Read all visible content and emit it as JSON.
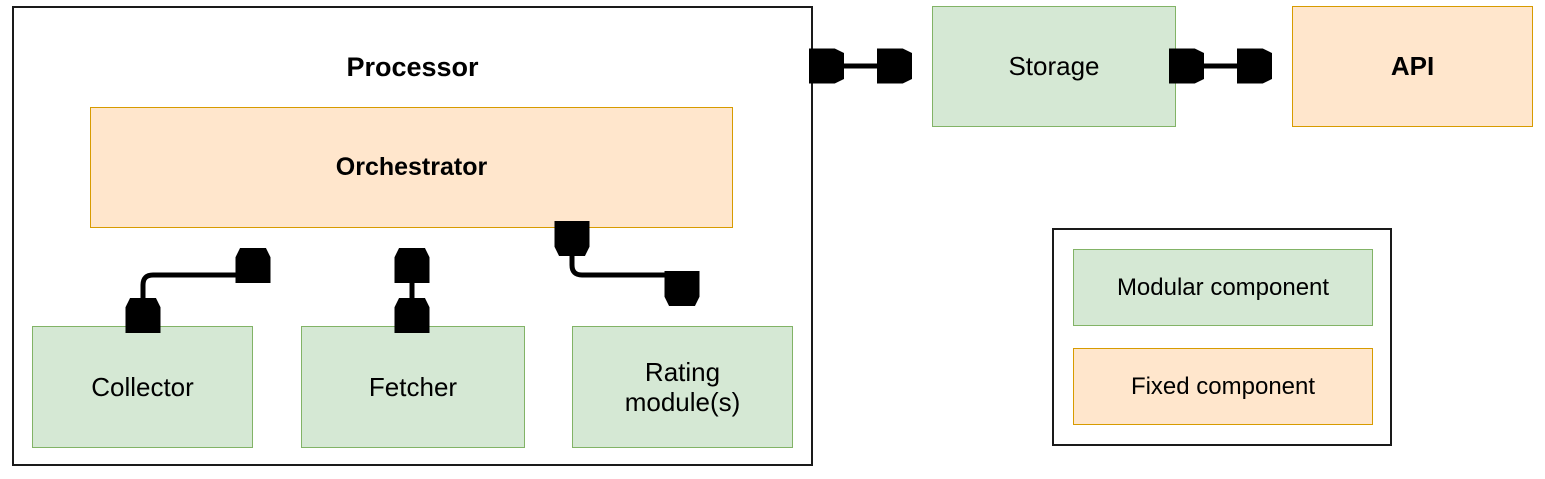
{
  "diagram": {
    "title_text": "Processor",
    "background": "#ffffff",
    "colors": {
      "modular_fill": "#d5e8d4",
      "modular_stroke": "#82b366",
      "fixed_fill": "#ffe6cc",
      "fixed_stroke": "#d79b00",
      "container_stroke": "#1a1a1a",
      "edge_stroke": "#000000"
    }
  },
  "processor": {
    "label": "Processor",
    "orchestrator": {
      "label": "Orchestrator",
      "kind": "fixed"
    },
    "children": [
      {
        "label": "Collector",
        "kind": "modular"
      },
      {
        "label": "Fetcher",
        "kind": "modular"
      },
      {
        "label": "Rating\nmodule(s)",
        "line1": "Rating",
        "line2": "module(s)",
        "kind": "modular"
      }
    ]
  },
  "external": [
    {
      "label": "Storage",
      "kind": "modular"
    },
    {
      "label": "API",
      "kind": "fixed"
    }
  ],
  "connections": [
    {
      "from": "Processor",
      "to": "Storage",
      "style": "bidirectional"
    },
    {
      "from": "Storage",
      "to": "API",
      "style": "bidirectional"
    },
    {
      "from": "Orchestrator",
      "to": "Collector",
      "style": "bidirectional-curved"
    },
    {
      "from": "Orchestrator",
      "to": "Fetcher",
      "style": "bidirectional-straight"
    },
    {
      "from": "Orchestrator",
      "to": "Rating module(s)",
      "style": "bidirectional-curved"
    }
  ],
  "legend": {
    "items": [
      {
        "label": "Modular component",
        "kind": "modular"
      },
      {
        "label": "Fixed component",
        "kind": "fixed"
      }
    ]
  }
}
